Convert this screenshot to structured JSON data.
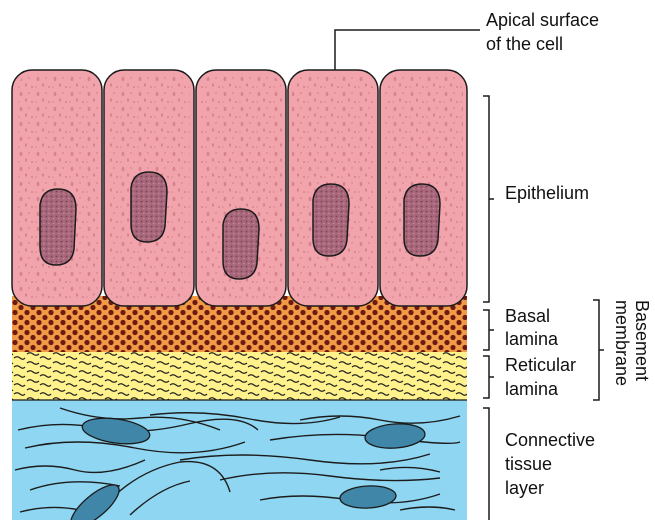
{
  "labels": {
    "apical_line1": "Apical surface",
    "apical_line2": "of the cell",
    "epithelium": "Epithelium",
    "basal_line1": "Basal",
    "basal_line2": "lamina",
    "reticular_line1": "Reticular",
    "reticular_line2": "lamina",
    "basement_line1": "Basement",
    "basement_line2": "membrane",
    "connective_line1": "Connective",
    "connective_line2": "tissue",
    "connective_line3": "layer"
  },
  "colors": {
    "cell_fill": "#f2a4ad",
    "cell_speckle": "#d9838d",
    "nucleus_fill": "#a8677a",
    "nucleus_dot": "#7c4659",
    "basal_fill": "#f09a45",
    "basal_dot": "#6e1a12",
    "reticular_fill": "#fff28c",
    "reticular_line": "#1e1e1e",
    "connective_fill": "#8fd6f2",
    "connective_line": "#1c1c1c",
    "fibroblast_fill": "#3f86a8",
    "outline": "#1b1b1b"
  }
}
